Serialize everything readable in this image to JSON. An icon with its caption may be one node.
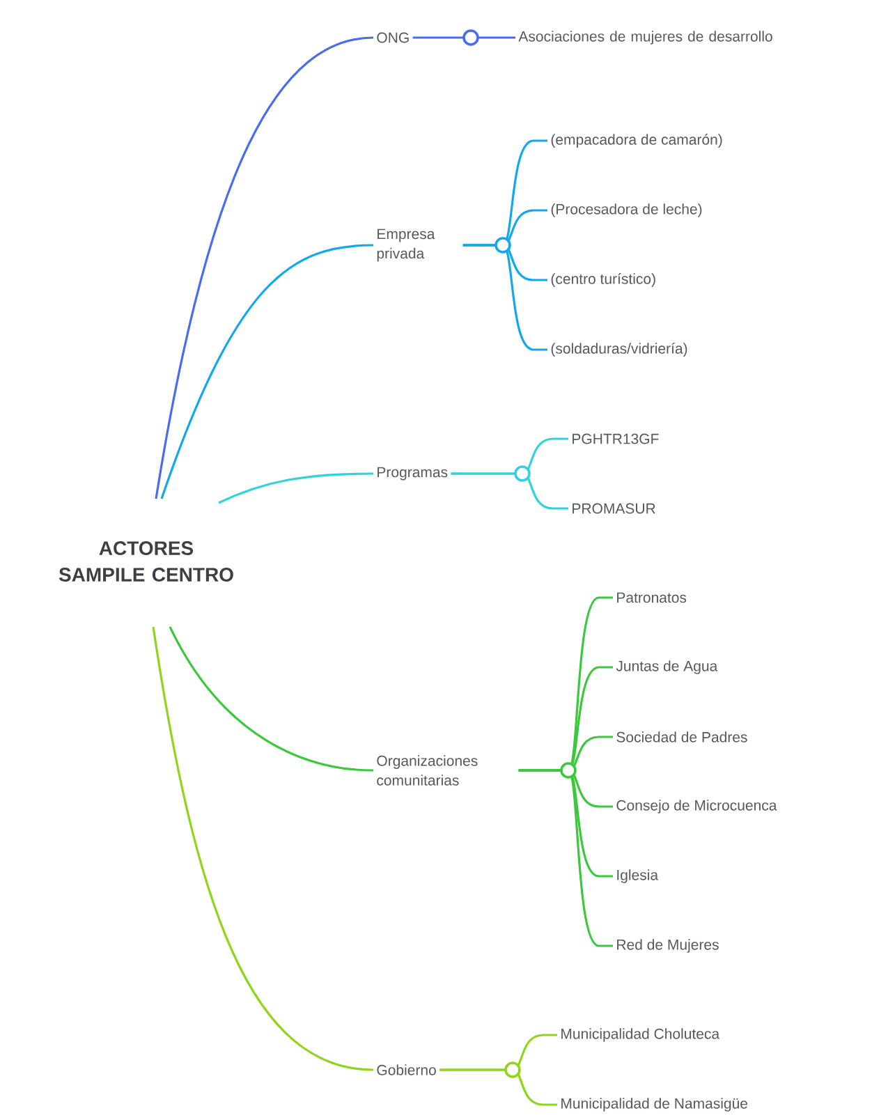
{
  "diagram": {
    "nodes": [
      {
        "text": [
          "ACTORES SAMPILE CENTRO"
        ]
      },
      {
        "text": [
          "ONG"
        ]
      },
      {
        "text": [
          "Asociaciones de mujeres de desarrollo"
        ]
      },
      {
        "text": [
          "Empresa privada"
        ]
      },
      {
        "text": [
          "(empacadora de camarón)"
        ]
      },
      {
        "text": [
          "(Procesadora de leche)"
        ]
      },
      {
        "text": [
          "(centro turístico)"
        ]
      },
      {
        "text": [
          "(soldaduras/vidriería)"
        ]
      },
      {
        "text": [
          "Programas"
        ]
      },
      {
        "text": [
          "PGHTR13GF"
        ]
      },
      {
        "text": [
          "PROMASUR"
        ]
      },
      {
        "text": [
          "Organizaciones comunitarias"
        ]
      },
      {
        "text": [
          "Patronatos"
        ]
      },
      {
        "text": [
          "Juntas de Agua"
        ]
      },
      {
        "text": [
          "Sociedad de Padres"
        ]
      },
      {
        "text": [
          "Consejo de Microcuenca"
        ]
      },
      {
        "text": [
          "Iglesia"
        ]
      },
      {
        "text": [
          "Red de Mujeres"
        ]
      },
      {
        "text": [
          "Gobierno"
        ]
      },
      {
        "text": [
          "Municipalidad Choluteca"
        ]
      },
      {
        "text": [
          "Municipalidad de Namasigüe"
        ]
      }
    ],
    "edges": [
      {
        "from": 0,
        "to": 1,
        "arrow": "none",
        "color": "#4a6cf0"
      },
      {
        "from": 1,
        "to": 2,
        "arrow": "none",
        "color": "#4a6cf0"
      },
      {
        "from": 0,
        "to": 3,
        "arrow": "none",
        "color": "#12a8ee"
      },
      {
        "from": 3,
        "to": 4,
        "arrow": "none",
        "color": "#12a8ee"
      },
      {
        "from": 3,
        "to": 5,
        "arrow": "none",
        "color": "#12a8ee"
      },
      {
        "from": 3,
        "to": 6,
        "arrow": "none",
        "color": "#12a8ee"
      },
      {
        "from": 3,
        "to": 7,
        "arrow": "none",
        "color": "#12a8ee"
      },
      {
        "from": 0,
        "to": 8,
        "arrow": "none",
        "color": "#2fd3d8"
      },
      {
        "from": 8,
        "to": 9,
        "arrow": "none",
        "color": "#2fd3d8"
      },
      {
        "from": 8,
        "to": 10,
        "arrow": "none",
        "color": "#2fd3d8"
      },
      {
        "from": 0,
        "to": 11,
        "arrow": "none",
        "color": "#3cc83c"
      },
      {
        "from": 11,
        "to": 12,
        "arrow": "none",
        "color": "#3cc83c"
      },
      {
        "from": 11,
        "to": 13,
        "arrow": "none",
        "color": "#3cc83c"
      },
      {
        "from": 11,
        "to": 14,
        "arrow": "none",
        "color": "#3cc83c"
      },
      {
        "from": 11,
        "to": 15,
        "arrow": "none",
        "color": "#3cc83c"
      },
      {
        "from": 11,
        "to": 16,
        "arrow": "none",
        "color": "#3cc83c"
      },
      {
        "from": 11,
        "to": 17,
        "arrow": "none",
        "color": "#3cc83c"
      },
      {
        "from": 0,
        "to": 18,
        "arrow": "none",
        "color": "#8fd61a"
      },
      {
        "from": 18,
        "to": 19,
        "arrow": "none",
        "color": "#8fd61a"
      },
      {
        "from": 18,
        "to": 20,
        "arrow": "none",
        "color": "#8fd61a"
      }
    ]
  }
}
